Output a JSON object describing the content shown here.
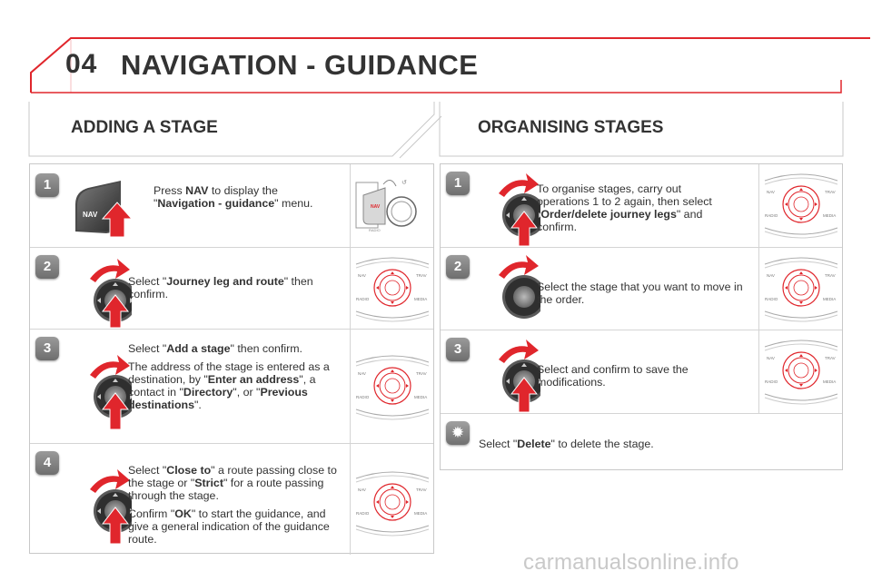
{
  "header": {
    "chapter_number": "04",
    "chapter_title": "NAVIGATION - GUIDANCE"
  },
  "colors": {
    "accent_red": "#e0262c",
    "gray_line": "#c8c8c8",
    "text": "#333333"
  },
  "left": {
    "title": "ADDING A STAGE",
    "steps": [
      {
        "num": "1",
        "icon": "nav-button-icon",
        "thumb": "nav-panel-icon",
        "p1": {
          "a": "Press ",
          "b": "NAV",
          "c": " to display the \"",
          "d": "Navigation - guidance",
          "e": "\" menu."
        }
      },
      {
        "num": "2",
        "icon": "rotary-dial-icon",
        "thumb": "control-panel-icon",
        "p1": {
          "a": "Select \"",
          "b": "Journey leg and route",
          "c": "\" then confirm."
        }
      },
      {
        "num": "3",
        "icon": "rotary-dial-icon",
        "thumb": "control-panel-icon",
        "p1": {
          "a": "Select \"",
          "b": "Add a stage",
          "c": "\" then confirm."
        },
        "p2": {
          "a": "The address of the stage is entered as a destination, by \"",
          "b": "Enter an address",
          "c": "\", a contact in \"",
          "d": "Directory",
          "e": "\", or \"",
          "f": "Previous destinations",
          "g": "\"."
        }
      },
      {
        "num": "4",
        "icon": "rotary-dial-icon",
        "thumb": "control-panel-icon",
        "p1": {
          "a": "Select \"",
          "b": "Close to",
          "c": "\" a route passing close to the stage or \"",
          "d": "Strict",
          "e": "\" for a route passing through the stage."
        },
        "p2": {
          "a": "Confirm \"",
          "b": "OK",
          "c": "\" to start the guidance, and give a general indication of the guidance route."
        }
      }
    ]
  },
  "right": {
    "title": "ORGANISING STAGES",
    "steps": [
      {
        "num": "1",
        "icon": "rotary-dial-icon",
        "thumb": "control-panel-icon",
        "p1": {
          "a": "To organise stages, carry out operations 1 to 2 again, then select \"",
          "b": "Order/delete journey legs",
          "c": "\" and confirm."
        }
      },
      {
        "num": "2",
        "icon": "rotary-dial-icon",
        "thumb": "control-panel-icon",
        "p1": {
          "a": "Select the stage that you want to move in the order."
        }
      },
      {
        "num": "3",
        "icon": "rotary-dial-icon",
        "thumb": "control-panel-icon",
        "p1": {
          "a": "Select and confirm to save the modifications."
        }
      },
      {
        "icon": "gear-icon",
        "p1": {
          "a": "Select \"",
          "b": "Delete",
          "c": "\" to delete the stage."
        }
      }
    ]
  },
  "labels": {
    "nav": "NAV",
    "trav": "TRAV",
    "radio": "RADIO",
    "media": "MEDIA"
  },
  "watermark": "carmanualsonline.info"
}
